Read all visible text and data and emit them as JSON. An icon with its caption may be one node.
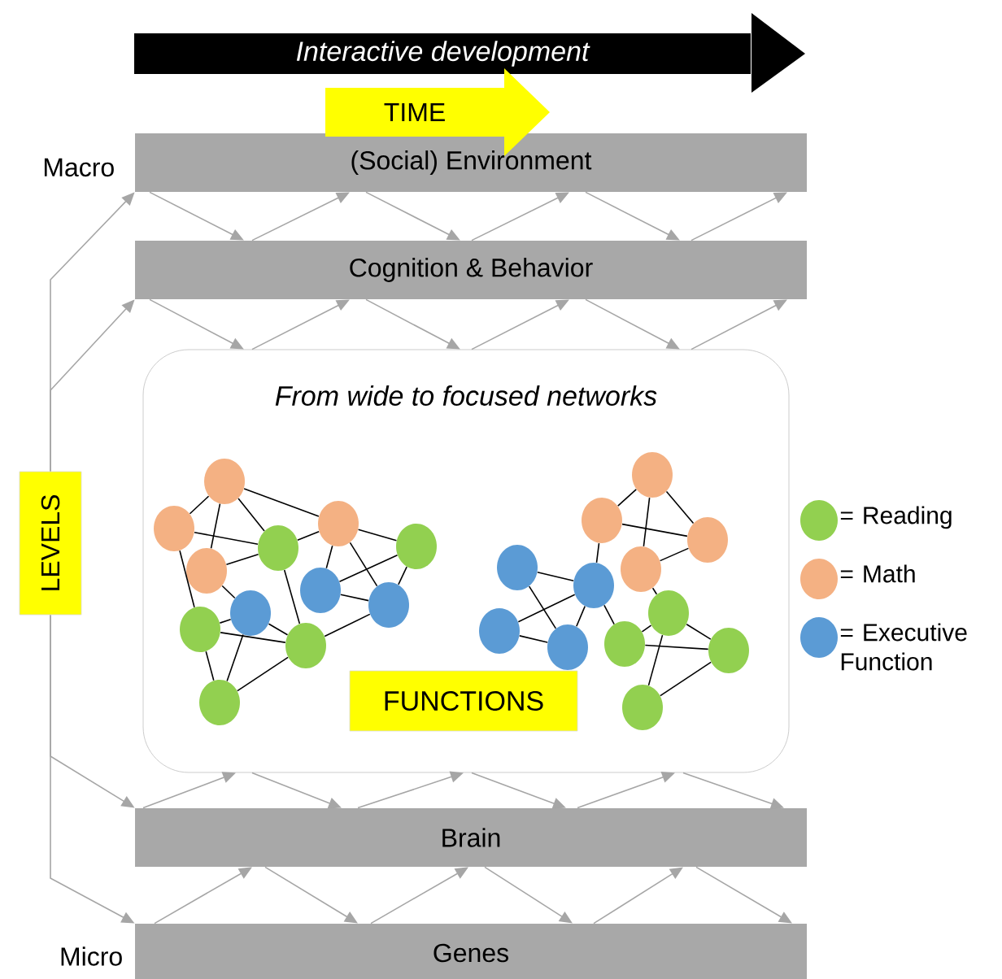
{
  "diagram": {
    "nodes": [
      {
        "text": [
          "Interactive development"
        ]
      },
      {
        "text": [
          "TIME"
        ]
      },
      {
        "text": [
          "(Social) Environment"
        ],
        "beside": [
          "Macro"
        ]
      },
      {
        "text": [
          "Cognition  & Behavior"
        ]
      },
      {
        "text": [
          "From wide to focused networks"
        ]
      },
      {
        "text": [
          "LEVELS"
        ]
      },
      {
        "text": [],
        "shape": "circle",
        "in": 4
      },
      {
        "text": [],
        "shape": "circle",
        "in": 4
      },
      {
        "text": [],
        "shape": "circle",
        "in": 4
      },
      {
        "text": [],
        "shape": "circle",
        "in": 4
      },
      {
        "text": [],
        "shape": "circle",
        "in": 4
      },
      {
        "text": [],
        "shape": "circle",
        "in": 4
      },
      {
        "text": [],
        "shape": "circle",
        "in": 4
      },
      {
        "text": [],
        "shape": "circle",
        "in": 4
      },
      {
        "text": [],
        "shape": "circle",
        "in": 4
      },
      {
        "text": [],
        "shape": "circle",
        "in": 4
      },
      {
        "text": [],
        "shape": "circle",
        "in": 4
      },
      {
        "text": [],
        "shape": "circle",
        "in": 4
      },
      {
        "text": [],
        "shape": "circle",
        "in": 4
      },
      {
        "text": [],
        "shape": "circle",
        "in": 4
      },
      {
        "text": [],
        "shape": "circle",
        "in": 4
      },
      {
        "text": [],
        "shape": "circle",
        "in": 4
      },
      {
        "text": [],
        "shape": "circle",
        "in": 4
      },
      {
        "text": [],
        "shape": "circle",
        "in": 4
      },
      {
        "text": [],
        "shape": "circle",
        "in": 4
      },
      {
        "text": [],
        "shape": "circle",
        "in": 4
      },
      {
        "text": [],
        "shape": "circle",
        "in": 4
      },
      {
        "text": [],
        "shape": "circle",
        "in": 4
      },
      {
        "text": [],
        "shape": "circle",
        "in": 4
      },
      {
        "text": [],
        "shape": "circle",
        "in": 4
      },
      {
        "text": [
          "FUNCTIONS"
        ],
        "in": 4
      },
      {
        "text": [
          "Brain"
        ]
      },
      {
        "text": [
          "Genes"
        ],
        "beside": [
          "Micro"
        ]
      }
    ],
    "edges": [
      {
        "from": 5,
        "to": 2,
        "arrow": "to",
        "color": "#a6a6a6"
      },
      {
        "from": 5,
        "to": 3,
        "arrow": "to",
        "color": "#a6a6a6"
      },
      {
        "from": 5,
        "to": 31,
        "arrow": "to",
        "color": "#a6a6a6"
      },
      {
        "from": 5,
        "to": 32,
        "arrow": "to",
        "color": "#a6a6a6"
      },
      {
        "from": 2,
        "to": 3,
        "arrow": "to",
        "color": "#a6a6a6"
      },
      {
        "from": 3,
        "to": 2,
        "arrow": "to",
        "color": "#a6a6a6"
      },
      {
        "from": 2,
        "to": 3,
        "arrow": "to",
        "color": "#a6a6a6"
      },
      {
        "from": 3,
        "to": 2,
        "arrow": "to",
        "color": "#a6a6a6"
      },
      {
        "from": 2,
        "to": 3,
        "arrow": "to",
        "color": "#a6a6a6"
      },
      {
        "from": 3,
        "to": 2,
        "arrow": "to",
        "color": "#a6a6a6"
      },
      {
        "from": 3,
        "to": 4,
        "arrow": "to",
        "color": "#a6a6a6"
      },
      {
        "from": 4,
        "to": 3,
        "arrow": "to",
        "color": "#a6a6a6"
      },
      {
        "from": 3,
        "to": 4,
        "arrow": "to",
        "color": "#a6a6a6"
      },
      {
        "from": 4,
        "to": 3,
        "arrow": "to",
        "color": "#a6a6a6"
      },
      {
        "from": 3,
        "to": 4,
        "arrow": "to",
        "color": "#a6a6a6"
      },
      {
        "from": 4,
        "to": 3,
        "arrow": "to",
        "color": "#a6a6a6"
      },
      {
        "from": 31,
        "to": 4,
        "arrow": "to",
        "color": "#a6a6a6"
      },
      {
        "from": 4,
        "to": 31,
        "arrow": "to",
        "color": "#a6a6a6"
      },
      {
        "from": 31,
        "to": 4,
        "arrow": "to",
        "color": "#a6a6a6"
      },
      {
        "from": 4,
        "to": 31,
        "arrow": "to",
        "color": "#a6a6a6"
      },
      {
        "from": 31,
        "to": 4,
        "arrow": "to",
        "color": "#a6a6a6"
      },
      {
        "from": 4,
        "to": 31,
        "arrow": "to",
        "color": "#a6a6a6"
      },
      {
        "from": 32,
        "to": 31,
        "arrow": "to",
        "color": "#a6a6a6"
      },
      {
        "from": 31,
        "to": 32,
        "arrow": "to",
        "color": "#a6a6a6"
      },
      {
        "from": 32,
        "to": 31,
        "arrow": "to",
        "color": "#a6a6a6"
      },
      {
        "from": 31,
        "to": 32,
        "arrow": "to",
        "color": "#a6a6a6"
      },
      {
        "from": 32,
        "to": 31,
        "arrow": "to",
        "color": "#a6a6a6"
      },
      {
        "from": 31,
        "to": 32,
        "arrow": "to",
        "color": "#a6a6a6"
      },
      {
        "from": 6,
        "to": 7,
        "arrow": "none"
      },
      {
        "from": 6,
        "to": 8,
        "arrow": "none"
      },
      {
        "from": 6,
        "to": 9,
        "arrow": "none"
      },
      {
        "from": 6,
        "to": 10,
        "arrow": "none"
      },
      {
        "from": 7,
        "to": 9,
        "arrow": "none"
      },
      {
        "from": 7,
        "to": 15,
        "arrow": "none"
      },
      {
        "from": 8,
        "to": 9,
        "arrow": "none"
      },
      {
        "from": 8,
        "to": 14,
        "arrow": "none"
      },
      {
        "from": 9,
        "to": 10,
        "arrow": "none"
      },
      {
        "from": 9,
        "to": 16,
        "arrow": "none"
      },
      {
        "from": 10,
        "to": 12,
        "arrow": "none"
      },
      {
        "from": 10,
        "to": 11,
        "arrow": "none"
      },
      {
        "from": 10,
        "to": 13,
        "arrow": "none"
      },
      {
        "from": 11,
        "to": 12,
        "arrow": "none"
      },
      {
        "from": 11,
        "to": 13,
        "arrow": "none"
      },
      {
        "from": 12,
        "to": 13,
        "arrow": "none"
      },
      {
        "from": 14,
        "to": 15,
        "arrow": "none"
      },
      {
        "from": 14,
        "to": 16,
        "arrow": "none"
      },
      {
        "from": 14,
        "to": 17,
        "arrow": "none"
      },
      {
        "from": 15,
        "to": 16,
        "arrow": "none"
      },
      {
        "from": 15,
        "to": 17,
        "arrow": "none"
      },
      {
        "from": 16,
        "to": 13,
        "arrow": "none"
      },
      {
        "from": 17,
        "to": 16,
        "arrow": "none"
      },
      {
        "from": 18,
        "to": 19,
        "arrow": "none"
      },
      {
        "from": 18,
        "to": 20,
        "arrow": "none"
      },
      {
        "from": 18,
        "to": 21,
        "arrow": "none"
      },
      {
        "from": 19,
        "to": 20,
        "arrow": "none"
      },
      {
        "from": 21,
        "to": 20,
        "arrow": "none"
      },
      {
        "from": 19,
        "to": 23,
        "arrow": "none"
      },
      {
        "from": 22,
        "to": 23,
        "arrow": "none"
      },
      {
        "from": 22,
        "to": 25,
        "arrow": "none"
      },
      {
        "from": 24,
        "to": 23,
        "arrow": "none"
      },
      {
        "from": 24,
        "to": 25,
        "arrow": "none"
      },
      {
        "from": 23,
        "to": 25,
        "arrow": "none"
      },
      {
        "from": 23,
        "to": 26,
        "arrow": "none"
      },
      {
        "from": 21,
        "to": 27,
        "arrow": "none"
      },
      {
        "from": 26,
        "to": 27,
        "arrow": "none"
      },
      {
        "from": 26,
        "to": 28,
        "arrow": "none"
      },
      {
        "from": 27,
        "to": 28,
        "arrow": "none"
      },
      {
        "from": 27,
        "to": 29,
        "arrow": "none"
      },
      {
        "from": 28,
        "to": 29,
        "arrow": "none"
      }
    ],
    "legend": [
      {
        "text": "= Reading",
        "color": "#92d050"
      },
      {
        "text": "= Math",
        "color": "#f4b183"
      },
      {
        "text": "= Executive Function",
        "color": "#5b9bd5"
      }
    ]
  }
}
